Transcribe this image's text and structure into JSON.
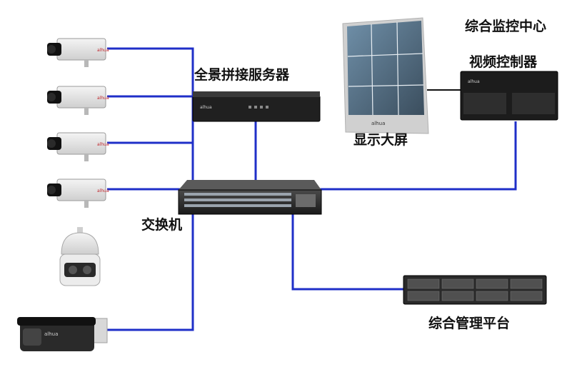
{
  "labels": {
    "panorama_server": "全景拼接服务器",
    "monitoring_center": "综合监控中心",
    "video_controller": "视频控制器",
    "display_wall": "显示大屏",
    "switch": "交换机",
    "management_platform": "综合管理平台"
  },
  "colors": {
    "link_line": "#1f2fc8",
    "device_dark": "#1c1c1c",
    "camera_body": "#e6e6e6"
  },
  "devices": {
    "cameras": [
      "box-camera",
      "box-camera",
      "box-camera",
      "box-camera",
      "dome-camera",
      "bullet-camera"
    ],
    "icons": [
      "camera-icon",
      "dome-camera-icon",
      "bullet-camera-icon",
      "rack-server-icon",
      "network-switch-icon",
      "video-wall-icon",
      "storage-server-icon"
    ]
  }
}
